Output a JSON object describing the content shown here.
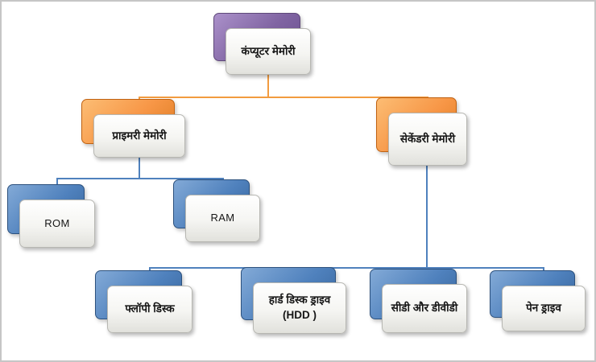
{
  "colors": {
    "root_accent": "#8064a2",
    "branch_accent": "#f79646",
    "leaf_accent": "#4f81bd",
    "connector_orange": "#f29b3f",
    "connector_blue": "#4f81bd"
  },
  "tree": {
    "label": "कंप्यूटर मेमोरी",
    "children": [
      {
        "label": "प्राइमरी मेमोरी",
        "children": [
          {
            "label": "ROM"
          },
          {
            "label": "RAM"
          }
        ]
      },
      {
        "label": "सेकेंडरी मेमोरी",
        "children": [
          {
            "label": "फ्लॉपी डिस्क"
          },
          {
            "label": "हार्ड डिस्क ड्राइव (HDD )"
          },
          {
            "label": "सीडी  और डीवीडी"
          },
          {
            "label": "पेन ड्राइव"
          }
        ]
      }
    ]
  }
}
